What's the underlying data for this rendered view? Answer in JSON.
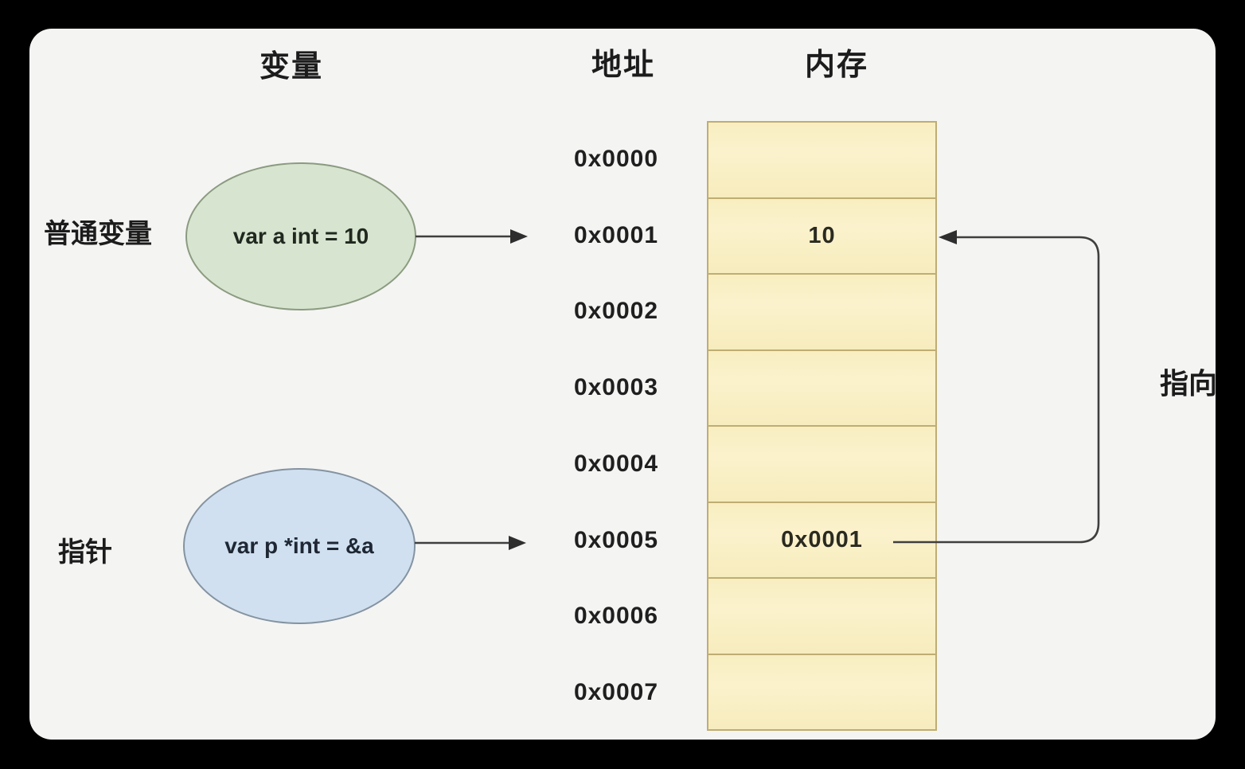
{
  "headers": {
    "variable": "变量",
    "address": "地址",
    "memory": "内存"
  },
  "row_labels": {
    "ordinary_variable": "普通变量",
    "pointer": "指针"
  },
  "ellipses": {
    "ordinary": {
      "code": "var a int = 10"
    },
    "pointer": {
      "code": "var p *int = &a"
    }
  },
  "memory": {
    "addresses": [
      "0x0000",
      "0x0001",
      "0x0002",
      "0x0003",
      "0x0004",
      "0x0005",
      "0x0006",
      "0x0007"
    ],
    "cells": [
      "",
      "10",
      "",
      "",
      "",
      "0x0001",
      "",
      ""
    ]
  },
  "annotations": {
    "points_to": "指向"
  },
  "colors": {
    "frame_background": "#000000",
    "canvas_background": "#f4f4f3",
    "memory_cell_fill": "#faf0c6",
    "memory_cell_border": "#bfad72",
    "ordinary_ellipse_fill": "#d7e4cf",
    "ordinary_ellipse_border": "#8b9b80",
    "pointer_ellipse_fill": "#d0e0f0",
    "pointer_ellipse_border": "#8493a1",
    "arrow": "#3f3f3f",
    "text": "#1c1c1c"
  }
}
